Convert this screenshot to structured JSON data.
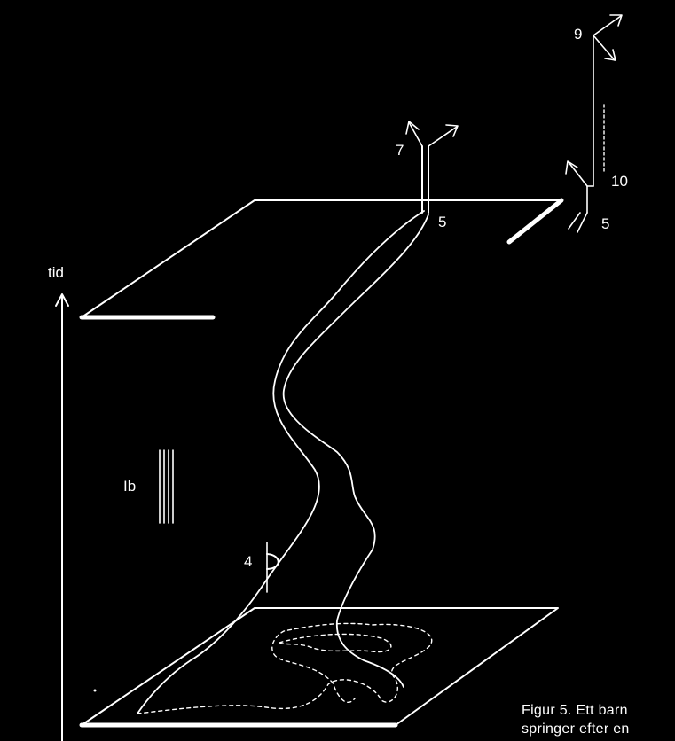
{
  "axis": {
    "label": "tid"
  },
  "labels": {
    "l9": "9",
    "l7": "7",
    "l10": "10",
    "l5a": "5",
    "l5b": "5",
    "l1b": "Ib",
    "l4": "4"
  },
  "caption": {
    "line1": "Figur 5. Ett barn",
    "line2": "springer efter en"
  },
  "colors": {
    "background": "#000000",
    "stroke": "#ffffff"
  }
}
